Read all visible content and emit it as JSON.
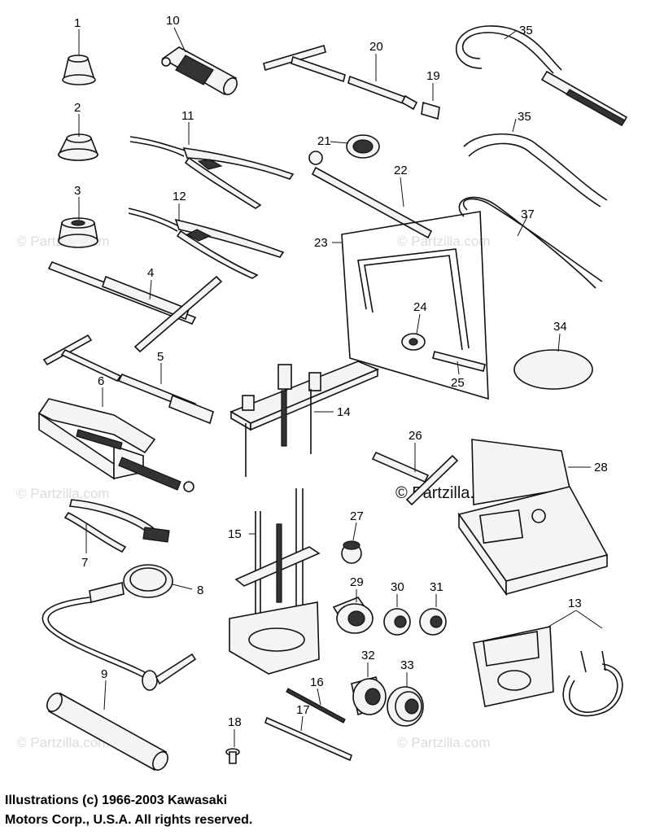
{
  "watermark": {
    "text": "© Partzilla.com",
    "prominent_text": "© Partzilla.com"
  },
  "copyright": {
    "line1": "Illustrations (c) 1966-2003 Kawasaki",
    "line2": "Motors Corp., U.S.A.  All rights reserved."
  },
  "callouts": {
    "c1": "1",
    "c2": "2",
    "c3": "3",
    "c4": "4",
    "c5": "5",
    "c6": "6",
    "c7": "7",
    "c8": "8",
    "c9": "9",
    "c10": "10",
    "c11": "11",
    "c12": "12",
    "c13": "13",
    "c14": "14",
    "c15": "15",
    "c16": "16",
    "c17": "17",
    "c18": "18",
    "c19": "19",
    "c20": "20",
    "c21": "21",
    "c22": "22",
    "c23": "23",
    "c24": "24",
    "c25": "25",
    "c26": "26",
    "c27": "27",
    "c28": "28",
    "c29": "29",
    "c30": "30",
    "c31": "31",
    "c32": "32",
    "c33": "33",
    "c34": "34",
    "c35a": "35",
    "c35b": "35",
    "c37": "37"
  }
}
